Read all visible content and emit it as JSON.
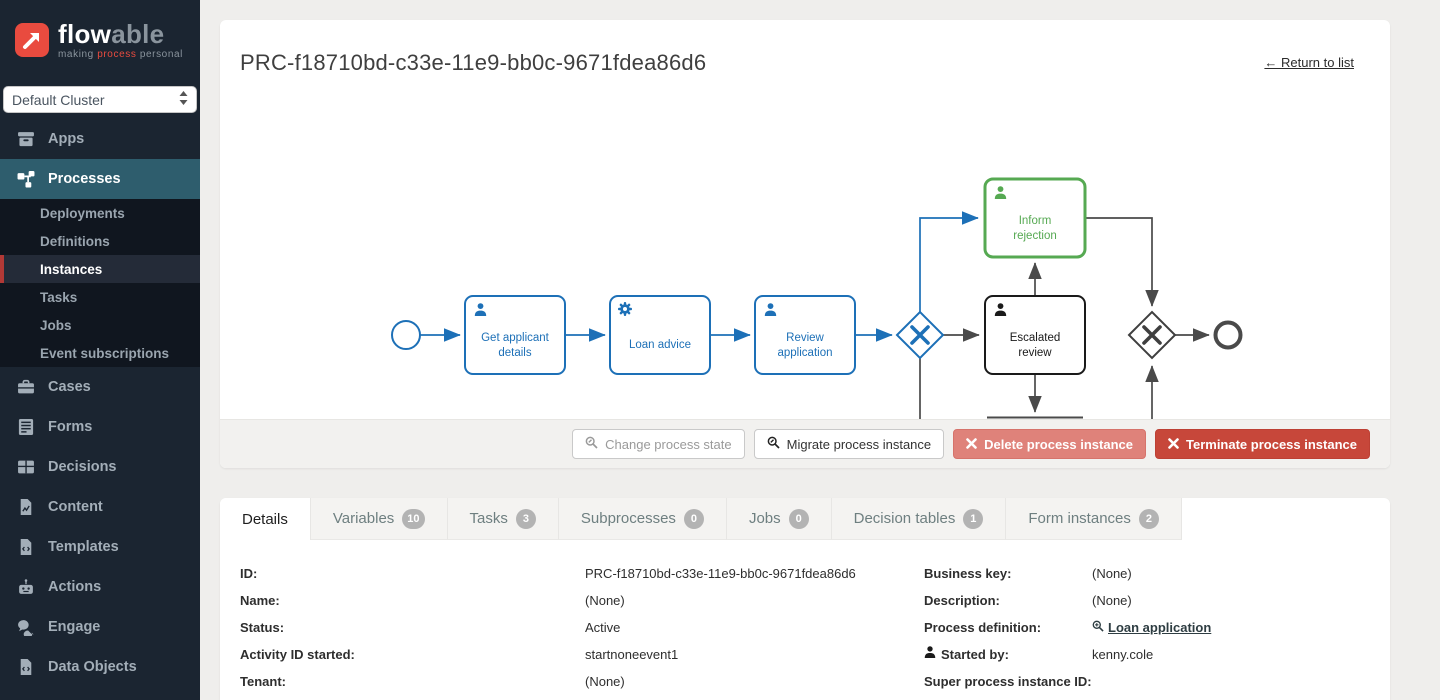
{
  "brand": {
    "name_flow": "flow",
    "name_able": "able",
    "tagline_making": "making ",
    "tagline_process": "process",
    "tagline_personal": " personal"
  },
  "cluster_select": {
    "value": "Default Cluster"
  },
  "sidebar": {
    "items": [
      {
        "label": "Apps"
      },
      {
        "label": "Processes"
      },
      {
        "label": "Cases"
      },
      {
        "label": "Forms"
      },
      {
        "label": "Decisions"
      },
      {
        "label": "Content"
      },
      {
        "label": "Templates"
      },
      {
        "label": "Actions"
      },
      {
        "label": "Engage"
      },
      {
        "label": "Data Objects"
      }
    ],
    "process_subitems": [
      {
        "label": "Deployments"
      },
      {
        "label": "Definitions"
      },
      {
        "label": "Instances"
      },
      {
        "label": "Tasks"
      },
      {
        "label": "Jobs"
      },
      {
        "label": "Event subscriptions"
      }
    ]
  },
  "header": {
    "title": "PRC-f18710bd-c33e-11e9-bb0c-9671fdea86d6",
    "return_link": "← Return to list"
  },
  "diagram": {
    "tasks": {
      "get_applicant_details": {
        "line1": "Get applicant",
        "line2": "details"
      },
      "loan_advice": {
        "label": "Loan advice"
      },
      "review_application": {
        "line1": "Review",
        "line2": "application"
      },
      "inform_rejection": {
        "line1": "Inform",
        "line2": "rejection"
      },
      "escalated_review": {
        "line1": "Escalated",
        "line2": "review"
      }
    }
  },
  "actions": {
    "change_state": "Change process state",
    "migrate": "Migrate process instance",
    "delete": "Delete process instance",
    "terminate": "Terminate process instance"
  },
  "tabs": [
    {
      "label": "Details"
    },
    {
      "label": "Variables",
      "count": "10"
    },
    {
      "label": "Tasks",
      "count": "3"
    },
    {
      "label": "Subprocesses",
      "count": "0"
    },
    {
      "label": "Jobs",
      "count": "0"
    },
    {
      "label": "Decision tables",
      "count": "1"
    },
    {
      "label": "Form instances",
      "count": "2"
    }
  ],
  "details": {
    "left": [
      {
        "label": "ID:",
        "value": "PRC-f18710bd-c33e-11e9-bb0c-9671fdea86d6"
      },
      {
        "label": "Name:",
        "value": "(None)"
      },
      {
        "label": "Status:",
        "value": "Active"
      },
      {
        "label": "Activity ID started:",
        "value": "startnoneevent1"
      },
      {
        "label": "Tenant:",
        "value": "(None)"
      }
    ],
    "right": [
      {
        "label": "Business key:",
        "value": "(None)"
      },
      {
        "label": "Description:",
        "value": "(None)"
      },
      {
        "label": "Process definition:",
        "value": "Loan application"
      },
      {
        "label": "Started by:",
        "value": "kenny.cole"
      },
      {
        "label": "Super process instance ID:",
        "value": ""
      }
    ]
  },
  "colors": {
    "sidebar_bg": "#1b2531",
    "submenu_bg": "#10161f",
    "active_nav_teal": "#2e5d6d",
    "active_subnav_red": "#b23936",
    "brand_red": "#e94b3f",
    "diagram_blue": "#1d70b7",
    "diagram_green": "#56a952",
    "diagram_dark": "#4a4a4a",
    "delete_button": "#df827a",
    "terminate_button": "#c7473a"
  }
}
